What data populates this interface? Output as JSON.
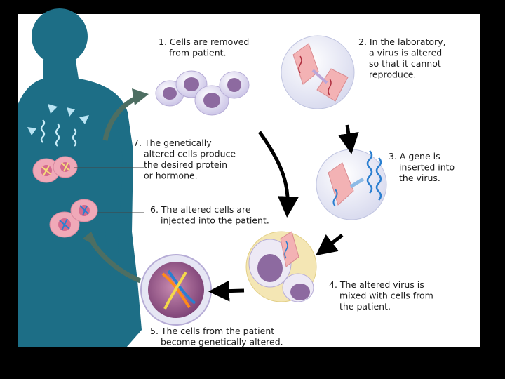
{
  "steps": [
    {
      "id": 1,
      "lines": [
        "1. Cells are removed",
        "from patient."
      ]
    },
    {
      "id": 2,
      "lines": [
        "2. In the laboratory,",
        "a virus is altered",
        "so that it cannot",
        "reproduce."
      ]
    },
    {
      "id": 3,
      "lines": [
        "3. A gene is",
        "inserted into",
        "the virus."
      ]
    },
    {
      "id": 4,
      "lines": [
        "4. The altered virus is",
        "mixed with cells from",
        "the patient."
      ]
    },
    {
      "id": 5,
      "lines": [
        "5. The cells from the patient",
        "become genetically altered."
      ]
    },
    {
      "id": 6,
      "lines": [
        "6. The altered cells are",
        "injected into the patient."
      ]
    },
    {
      "id": 7,
      "lines": [
        "7. The genetically",
        "altered cells produce",
        "the desired protein",
        "or hormone."
      ]
    }
  ],
  "colors": {
    "background": "#000000",
    "panel": "#ffffff",
    "body_silhouette": "#1d6e86",
    "cell_membrane": "#9a8fc2",
    "cell_nucleus": "#7a4f7f",
    "virus_pink": "#f3b2b4",
    "gene_blue": "#2a7fd0",
    "arrow": "#000000",
    "return_arrow": "#4d6e62"
  }
}
